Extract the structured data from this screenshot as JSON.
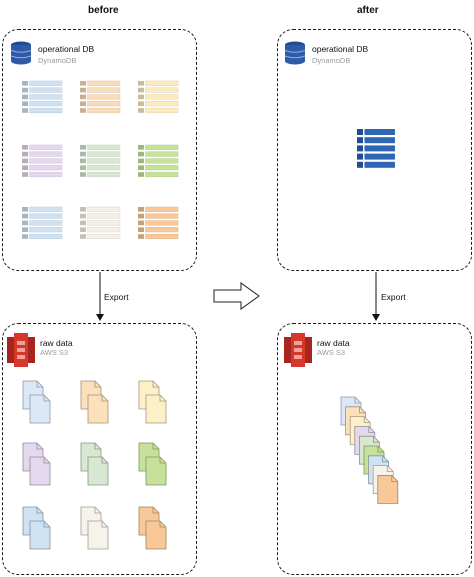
{
  "headings": {
    "before": "before",
    "after": "after"
  },
  "db": {
    "title": "operational DB",
    "subtitle": "DynamoDB"
  },
  "s3": {
    "title": "raw data",
    "subtitle": "AWS S3"
  },
  "edge": {
    "export_label": "Export"
  },
  "colors": {
    "table_before": [
      [
        "#cfe2f3",
        "#f9dcb8",
        "#fdebc0"
      ],
      [
        "#e4d8ee",
        "#d7e7d2",
        "#c6e29a"
      ],
      [
        "#cfe2f3",
        "#f4f0e6",
        "#f9c898"
      ]
    ],
    "file_before": [
      [
        "#dbe8f8",
        "#fbe0ba",
        "#fdefc8"
      ],
      [
        "#e4d8ee",
        "#d7e7d2",
        "#c6e29a"
      ],
      [
        "#cfe2f3",
        "#f7f3ea",
        "#f9c898"
      ]
    ],
    "file_after_stack": [
      "#dbe8f8",
      "#fbe0ba",
      "#fdefc8",
      "#e4d8ee",
      "#d7e7d2",
      "#c6e29a",
      "#cfe2f3",
      "#f7f3ea",
      "#f9c898"
    ],
    "table_after": "#2f66b3",
    "dynamo_blue": "#2e5aa7",
    "s3_red": "#d6372c"
  }
}
